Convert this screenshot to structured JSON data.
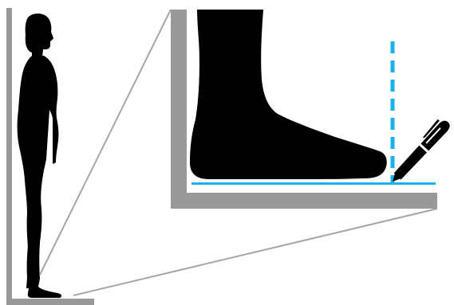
{
  "diagram": {
    "colors": {
      "silhouette": "#000000",
      "wall": "#999999",
      "floor": "#999999",
      "zoom_lines": "#a6a6a6",
      "measure_line": "#1ab2ea",
      "background": "#ffffff"
    },
    "icons": {
      "person": "standing-person-silhouette",
      "foot": "bare-foot-silhouette",
      "pen": "pen-icon"
    },
    "measure_line_style": "dashed"
  }
}
